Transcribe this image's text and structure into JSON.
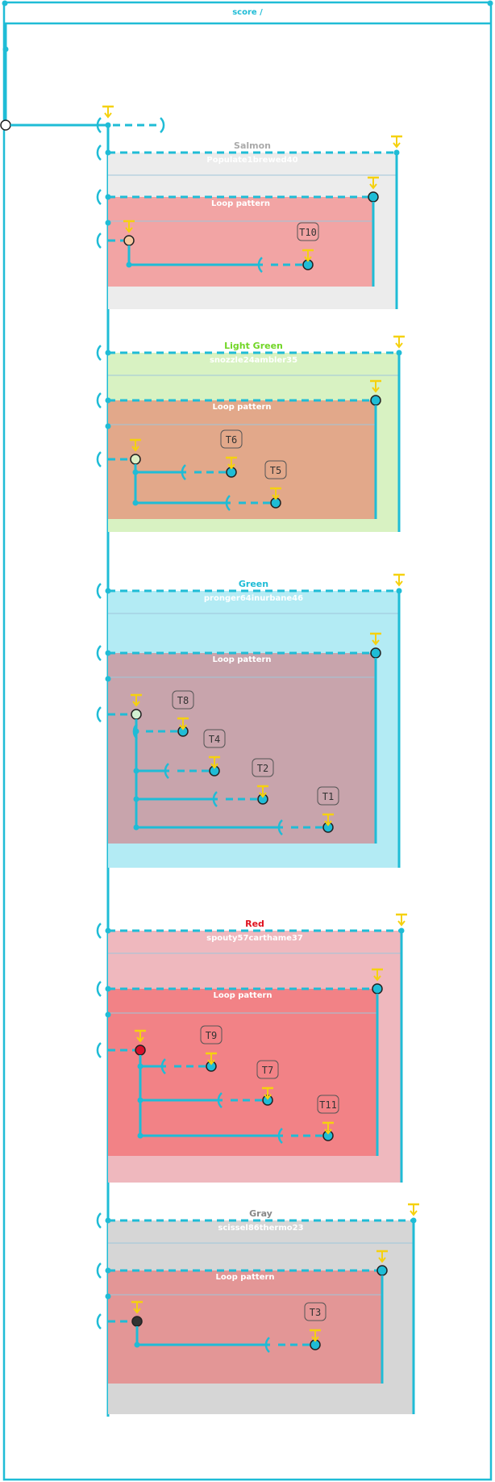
{
  "colors": {
    "line": "#1fbcd6",
    "pin": "#f5d10f",
    "task_border": "#555555"
  },
  "header": {
    "title": "score /"
  },
  "groups": [
    {
      "name": "Salmon",
      "subtitle": "Populate1brewed40",
      "name_color": "#aaaaaa",
      "fill": "#ececec",
      "loop_label": "Loop pattern",
      "loop_fill": "#f2a4a4",
      "node_fill": "#f6c8a0",
      "tasks": [
        "T10"
      ]
    },
    {
      "name": "Light Green",
      "subtitle": "snozzle24ambler35",
      "name_color": "#71d626",
      "fill": "#d8f2c2",
      "loop_label": "Loop pattern",
      "loop_fill": "#e2a88a",
      "node_fill": "#dcefc4",
      "tasks": [
        "T6",
        "T5"
      ]
    },
    {
      "name": "Green",
      "subtitle": "pronger64inurbane46",
      "name_color": "#1fbcd6",
      "fill": "#b3ebf4",
      "loop_label": "Loop pattern",
      "loop_fill": "#c8a4ac",
      "node_fill": "#d2f0d2",
      "tasks": [
        "T8",
        "T4",
        "T2",
        "T1"
      ]
    },
    {
      "name": "Red",
      "subtitle": "spouty57carthame37",
      "name_color": "#e0121e",
      "fill": "#efb8be",
      "loop_label": "Loop pattern",
      "loop_fill": "#f28286",
      "node_fill": "#d8102a",
      "tasks": [
        "T9",
        "T7",
        "T11"
      ]
    },
    {
      "name": "Gray",
      "subtitle": "scissel86thermo23",
      "name_color": "#888888",
      "fill": "#d6d6d6",
      "loop_label": "Loop pattern",
      "loop_fill": "#e39696",
      "node_fill": "#333333",
      "tasks": [
        "T3"
      ]
    }
  ]
}
